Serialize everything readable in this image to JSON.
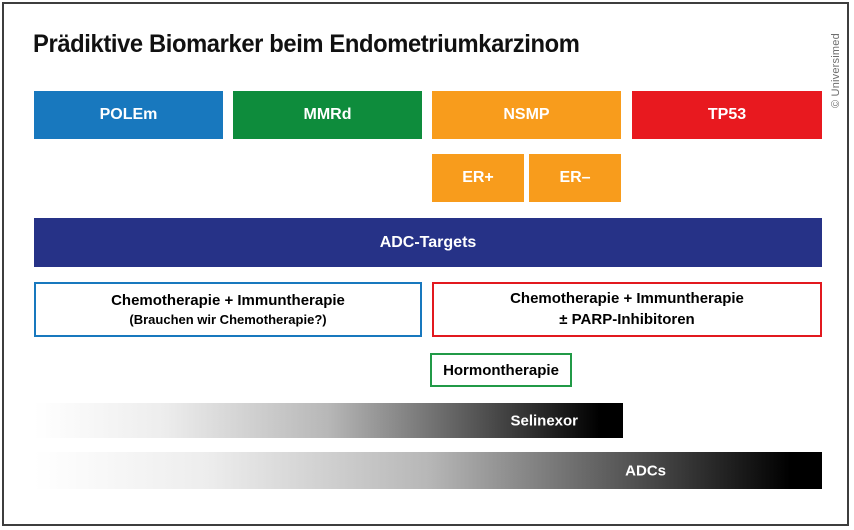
{
  "title": "Prädiktive Biomarker beim Endometriumkarzinom",
  "copyright": "© Universimed",
  "colors": {
    "frame": "#3d3d3d",
    "polem_blue": "#1878be",
    "mmrd_green": "#0e8c3c",
    "nsmp_orange": "#f89c1c",
    "tp53_red": "#e8191f",
    "adc_navy": "#263287",
    "hormone_border_green": "#219a47",
    "chemo_immuno_border_blue": "#1878be",
    "chemo_parp_border_red": "#e2191f",
    "gradient_start": "#ffffff",
    "gradient_end": "#000000"
  },
  "biomarkers": [
    {
      "label": "POLEm",
      "color": "#1878be"
    },
    {
      "label": "MMRd",
      "color": "#0e8c3c"
    },
    {
      "label": "NSMP",
      "color": "#f89c1c"
    },
    {
      "label": "TP53",
      "color": "#e8191f"
    }
  ],
  "er_status": [
    {
      "label": "ER+"
    },
    {
      "label": "ER–"
    }
  ],
  "adc_targets": {
    "label": "ADC-Targets"
  },
  "therapy_boxes": [
    {
      "line1": "Chemotherapie + Immuntherapie",
      "line2": "(Brauchen wir Chemotherapie?)",
      "border_color": "#1878be"
    },
    {
      "line1": "Chemotherapie + Immuntherapie",
      "line2": "± PARP-Inhibitoren",
      "border_color": "#e2191f"
    }
  ],
  "hormone": {
    "label": "Hormontherapie"
  },
  "gradient_bars": [
    {
      "label": "Selinexor"
    },
    {
      "label": "ADCs"
    }
  ]
}
